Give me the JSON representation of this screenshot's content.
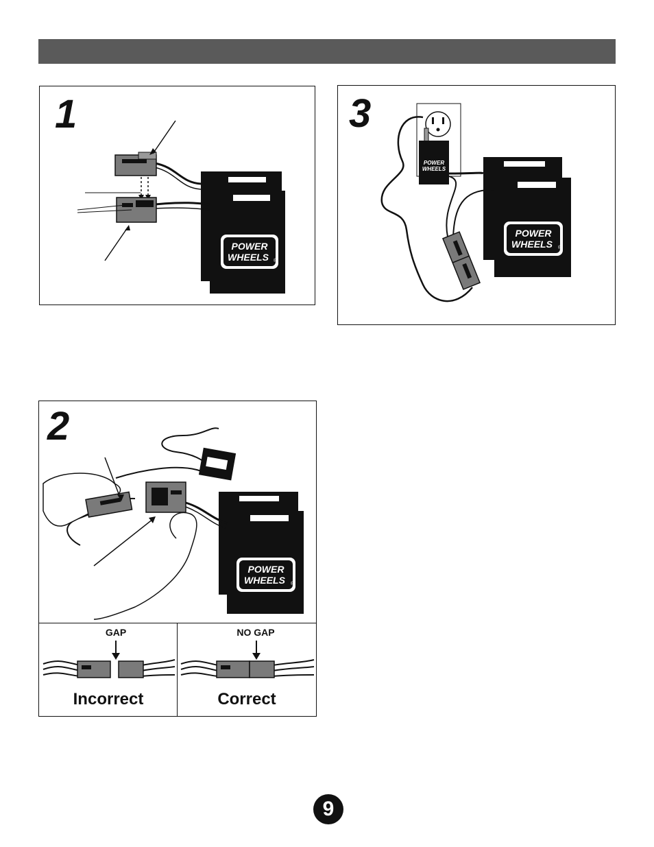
{
  "header": {
    "title": ""
  },
  "panel1": {
    "step": "1",
    "logo_line1": "POWER",
    "logo_line2": "WHEELS",
    "logo_mark": "®"
  },
  "panel3": {
    "step": "3",
    "logo_line1": "POWER",
    "logo_line2": "WHEELS",
    "logo_mark": "®",
    "charger_logo_line1": "POWER",
    "charger_logo_line2": "WHEELS"
  },
  "panel2": {
    "step": "2",
    "logo_line1": "POWER",
    "logo_line2": "WHEELS",
    "logo_mark": "®",
    "incorrect": {
      "callout": "GAP",
      "label": "Incorrect"
    },
    "correct": {
      "callout": "NO GAP",
      "label": "Correct"
    }
  },
  "page": {
    "number": "9"
  },
  "colors": {
    "header_bar": "#5a5a5a",
    "battery": "#111111",
    "connector": "#6b6b6b"
  }
}
